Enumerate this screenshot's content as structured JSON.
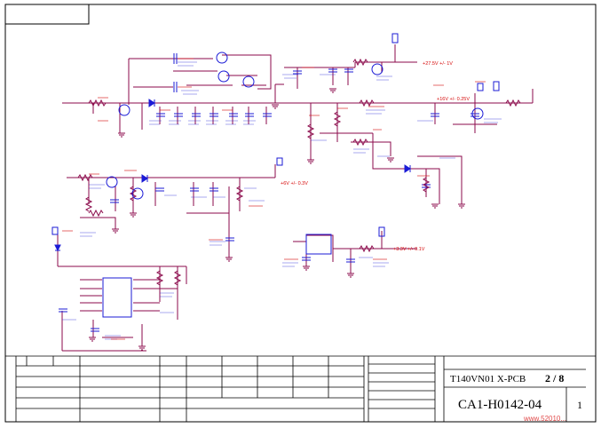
{
  "rails": {
    "v27": "+27.5V +/- 1V",
    "v16": "+16V +/- 0.25V",
    "v6": "+6V +/- 0.3V",
    "v33": "+3.3V +/- 0.1V"
  },
  "title_block": {
    "model": "T140VN01 X-PCB",
    "sheet": "2 / 8",
    "doc_number": "CA1-H0142-04",
    "revision": "1"
  },
  "watermark": "www.52010...",
  "colors": {
    "wire": "#8b0a4b",
    "part": "#1b1bd6",
    "label": "#d60a0a",
    "border": "#000000"
  }
}
